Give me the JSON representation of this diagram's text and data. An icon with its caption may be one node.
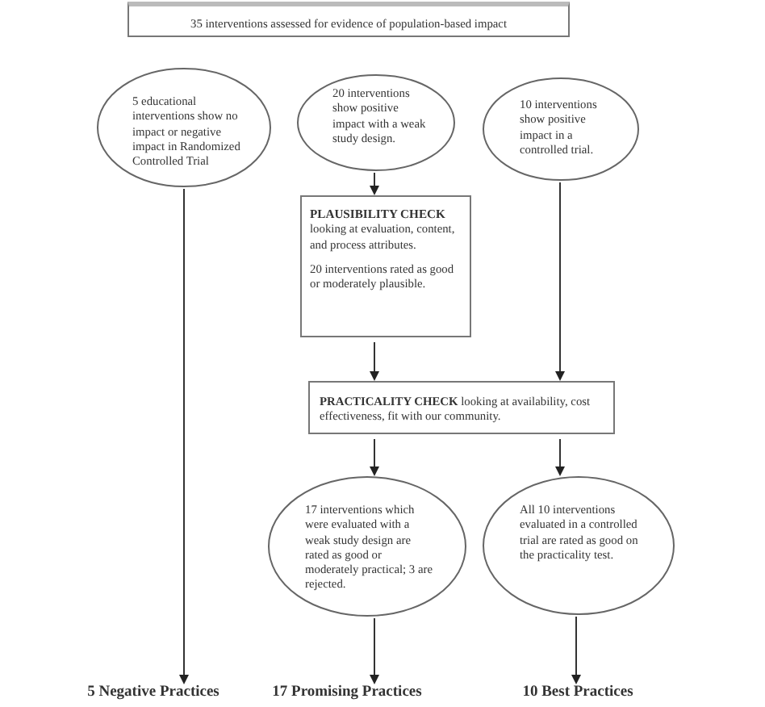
{
  "diagram": {
    "nodes": [
      {
        "text": [
          "35 interventions assessed for evidence of population-based impact"
        ]
      },
      {
        "text": [
          "5 educational interventions show no impact or negative impact in Randomized Controlled Trial"
        ]
      },
      {
        "text": [
          "20 interventions show positive impact with a weak study design."
        ]
      },
      {
        "text": [
          "10 interventions show positive impact in a controlled trial."
        ]
      },
      {
        "text": [
          "PLAUSIBILITY CHECK",
          "looking at evaluation, content, and process attributes.",
          "20 interventions rated as good or moderately plausible."
        ]
      },
      {
        "text": [
          "**PRACTICALITY CHECK** looking at availability, cost effectiveness, fit with our community."
        ]
      },
      {
        "text": [
          "17 interventions which were evaluated with a weak study design are rated as good or moderately practical; 3 are rejected."
        ]
      },
      {
        "text": [
          "All 10 interventions evaluated in a controlled trial are rated as good on the practicality test."
        ]
      },
      {
        "text": [
          "5 Negative Practices"
        ]
      },
      {
        "text": [
          "17 Promising Practices"
        ]
      },
      {
        "text": [
          "10 Best Practices"
        ]
      }
    ],
    "edges": [
      {
        "from": 1,
        "to": 8,
        "arrow": "to"
      },
      {
        "from": 2,
        "to": 4,
        "arrow": "to"
      },
      {
        "from": 4,
        "to": 5,
        "arrow": "to"
      },
      {
        "from": 3,
        "to": 5,
        "arrow": "to"
      },
      {
        "from": 5,
        "to": 6,
        "arrow": "to"
      },
      {
        "from": 5,
        "to": 7,
        "arrow": "to"
      },
      {
        "from": 6,
        "to": 9,
        "arrow": "to"
      },
      {
        "from": 7,
        "to": 10,
        "arrow": "to"
      }
    ]
  }
}
